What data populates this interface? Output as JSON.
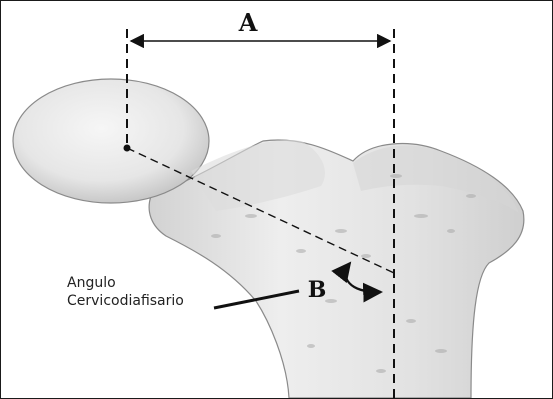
{
  "diagram": {
    "labels": {
      "distance_label": "A",
      "angle_label": "B",
      "angle_caption_line1": "Angulo",
      "angle_caption_line2": "Cervicodiafisario"
    },
    "colors": {
      "background": "#ffffff",
      "bone_fill": "#ededed",
      "bone_shade": "#c9c9c9",
      "bone_outline": "#8a8a8a",
      "annotation": "#111111"
    }
  }
}
